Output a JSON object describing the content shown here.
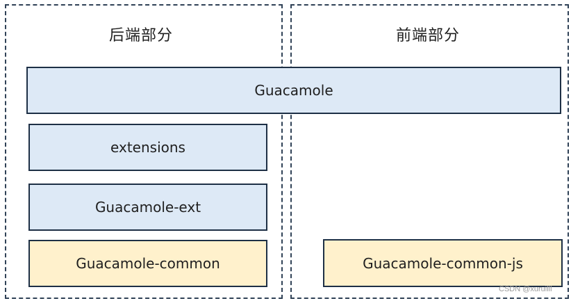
{
  "regions": {
    "backend": {
      "title": "后端部分"
    },
    "frontend": {
      "title": "前端部分"
    }
  },
  "modules": {
    "guacamole": "Guacamole",
    "extensions": "extensions",
    "guacamole_ext": "Guacamole-ext",
    "guacamole_common": "Guacamole-common",
    "guacamole_common_js": "Guacamole-common-js"
  },
  "colors": {
    "blue_fill": "#dde9f6",
    "yellow_fill": "#fff1cc",
    "border": "#1d2f45"
  },
  "watermark": "CSDN @xuruilll"
}
